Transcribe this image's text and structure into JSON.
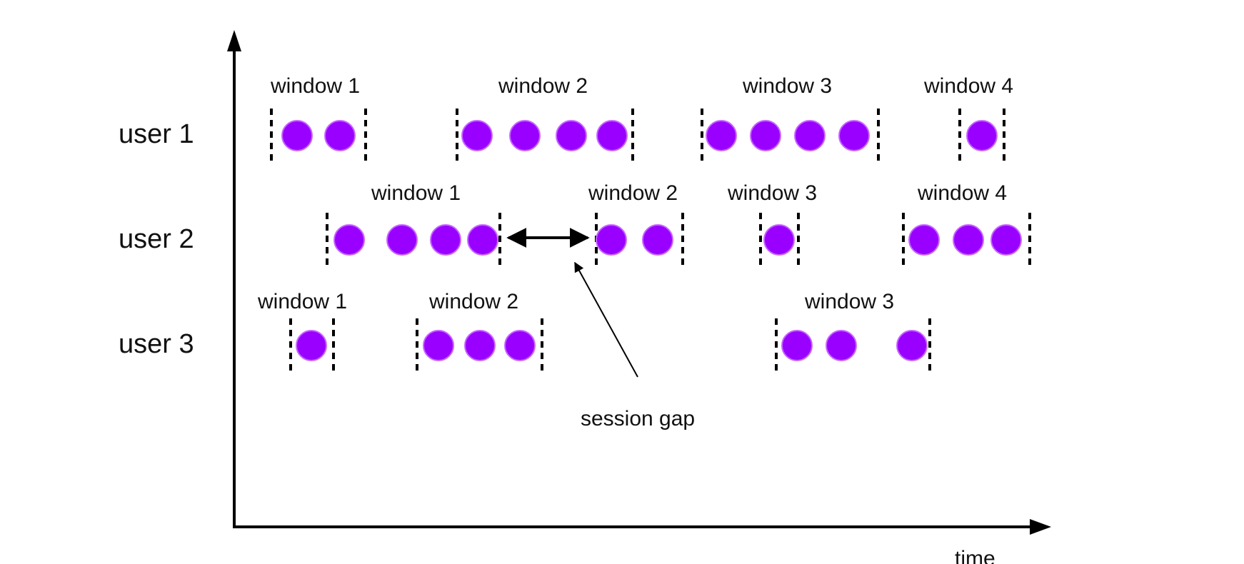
{
  "axis": {
    "x_label": "time"
  },
  "annotation": {
    "label": "session gap"
  },
  "colors": {
    "event": "#9900ff",
    "event_edge": "#c766ff",
    "line": "#000000"
  },
  "users": [
    {
      "label": "user 1",
      "windows": [
        {
          "label": "window 1",
          "events": 2
        },
        {
          "label": "window 2",
          "events": 4
        },
        {
          "label": "window 3",
          "events": 4
        },
        {
          "label": "window 4",
          "events": 1
        }
      ]
    },
    {
      "label": "user 2",
      "windows": [
        {
          "label": "window 1",
          "events": 4
        },
        {
          "label": "window 2",
          "events": 2
        },
        {
          "label": "window 3",
          "events": 1
        },
        {
          "label": "window 4",
          "events": 3
        }
      ]
    },
    {
      "label": "user 3",
      "windows": [
        {
          "label": "window 1",
          "events": 1
        },
        {
          "label": "window 2",
          "events": 3
        },
        {
          "label": "window 3",
          "events": 3
        }
      ]
    }
  ]
}
